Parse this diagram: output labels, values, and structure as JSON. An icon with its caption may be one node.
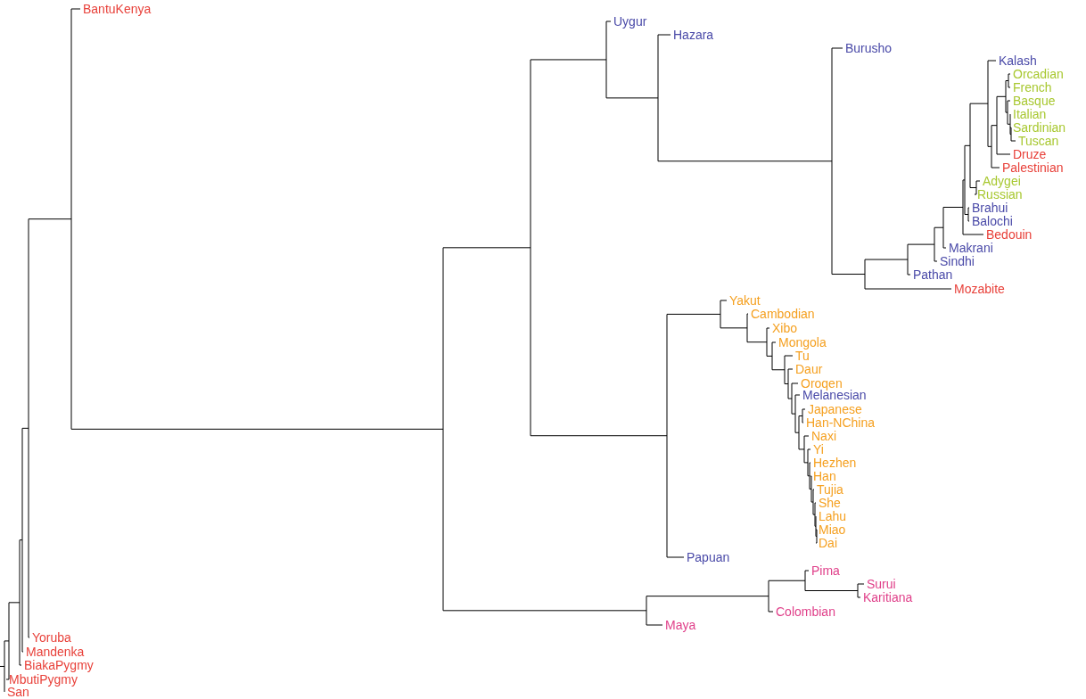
{
  "diagram": {
    "nodes": [
      {
        "text": [
          "BantuKenya"
        ]
      },
      {
        "text": [
          "Uygur"
        ]
      },
      {
        "text": [
          "Hazara"
        ]
      },
      {
        "text": [
          "Burusho"
        ]
      },
      {
        "text": [
          "Kalash"
        ]
      },
      {
        "text": [
          "Orcadian"
        ]
      },
      {
        "text": [
          "French"
        ]
      },
      {
        "text": [
          "Basque"
        ]
      },
      {
        "text": [
          "Italian"
        ]
      },
      {
        "text": [
          "Sardinian"
        ]
      },
      {
        "text": [
          "Tuscan"
        ]
      },
      {
        "text": [
          "Druze"
        ]
      },
      {
        "text": [
          "Palestinian"
        ]
      },
      {
        "text": [
          "Adygei"
        ]
      },
      {
        "text": [
          "Russian"
        ]
      },
      {
        "text": [
          "Brahui"
        ]
      },
      {
        "text": [
          "Balochi"
        ]
      },
      {
        "text": [
          "Bedouin"
        ]
      },
      {
        "text": [
          "Makrani"
        ]
      },
      {
        "text": [
          "Sindhi"
        ]
      },
      {
        "text": [
          "Pathan"
        ]
      },
      {
        "text": [
          "Mozabite"
        ]
      },
      {
        "text": [
          "Yakut"
        ]
      },
      {
        "text": [
          "Cambodian"
        ]
      },
      {
        "text": [
          "Xibo"
        ]
      },
      {
        "text": [
          "Mongola"
        ]
      },
      {
        "text": [
          "Tu"
        ]
      },
      {
        "text": [
          "Daur"
        ]
      },
      {
        "text": [
          "Oroqen"
        ]
      },
      {
        "text": [
          "Melanesian"
        ]
      },
      {
        "text": [
          "Japanese"
        ]
      },
      {
        "text": [
          "Han-NChina"
        ]
      },
      {
        "text": [
          "Naxi"
        ]
      },
      {
        "text": [
          "Yi"
        ]
      },
      {
        "text": [
          "Hezhen"
        ]
      },
      {
        "text": [
          "Han"
        ]
      },
      {
        "text": [
          "Tujia"
        ]
      },
      {
        "text": [
          "She"
        ]
      },
      {
        "text": [
          "Lahu"
        ]
      },
      {
        "text": [
          "Miao"
        ]
      },
      {
        "text": [
          "Dai"
        ]
      },
      {
        "text": [
          "Papuan"
        ]
      },
      {
        "text": [
          "Pima"
        ]
      },
      {
        "text": [
          "Surui"
        ]
      },
      {
        "text": [
          "Karitiana"
        ]
      },
      {
        "text": [
          "Colombian"
        ]
      },
      {
        "text": [
          "Maya"
        ]
      },
      {
        "text": [
          "Yoruba"
        ]
      },
      {
        "text": [
          "Mandenka"
        ]
      },
      {
        "text": [
          "BiakaPygmy"
        ]
      },
      {
        "text": [
          "MbutiPygmy"
        ]
      },
      {
        "text": [
          "San"
        ]
      }
    ]
  }
}
